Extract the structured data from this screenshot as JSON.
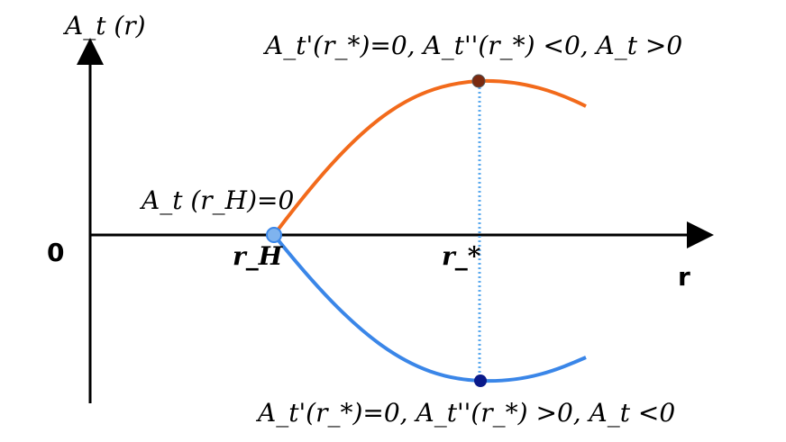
{
  "axes": {
    "y_label": "A_t (r)",
    "origin_label": "0",
    "x_label": "r"
  },
  "points": {
    "rH": "r_H",
    "rstar": "r_*"
  },
  "annotations": {
    "horizon": "A_t (r_H)=0",
    "upper": "A_t'(r_*)=0, A_t''(r_*) <0, A_t >0",
    "lower": "A_t'(r_*)=0, A_t''(r_*) >0, A_t <0"
  },
  "colors": {
    "upper_curve": "#f26a1b",
    "lower_curve": "#3a86e8",
    "upper_point": "#7a2a10",
    "lower_point": "#0a1a8a",
    "horizon_point": "#7fb3ee",
    "dotted_line": "#5aa9ee"
  }
}
